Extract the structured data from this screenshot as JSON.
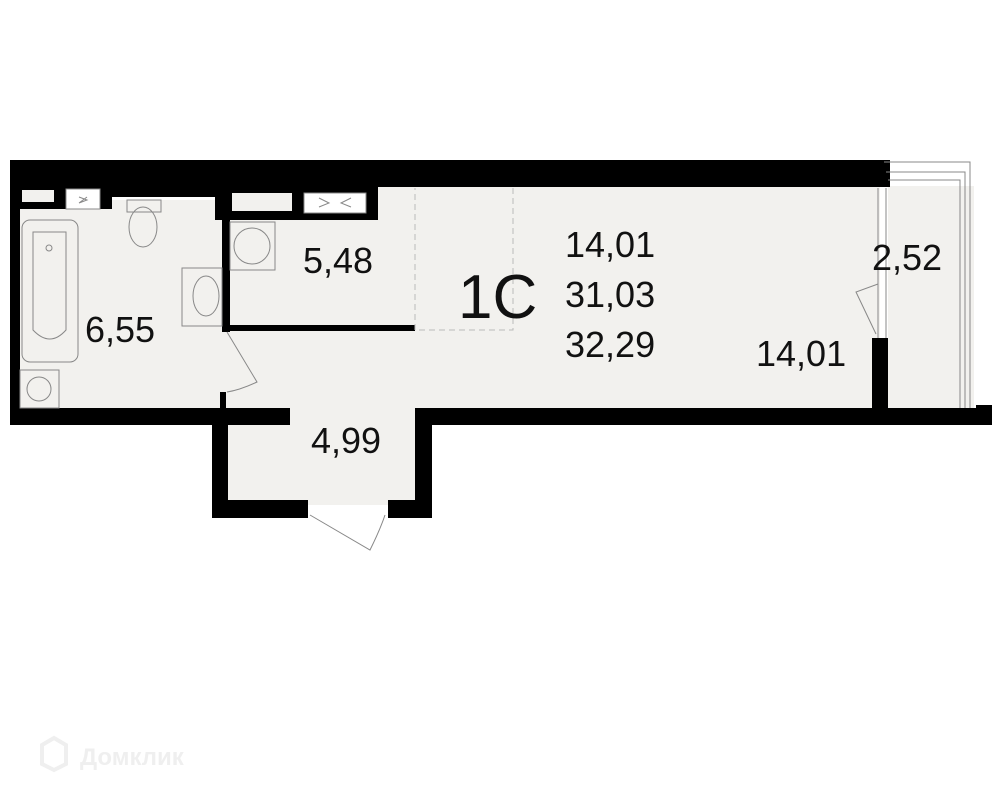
{
  "plan": {
    "type_label": "1С",
    "living_area": "14,01",
    "total_area": "31,03",
    "total_area_with_balcony": "32,29"
  },
  "rooms": [
    {
      "id": "bathroom",
      "area": "6,55"
    },
    {
      "id": "kitchen",
      "area": "5,48"
    },
    {
      "id": "hallway",
      "area": "4,99"
    },
    {
      "id": "living-room",
      "area": "14,01"
    },
    {
      "id": "balcony",
      "area": "2,52"
    }
  ],
  "watermark": {
    "text": "Домклик"
  },
  "colors": {
    "wall": "#000000",
    "floor": "#f2f1ee",
    "fixture": "#888888"
  }
}
